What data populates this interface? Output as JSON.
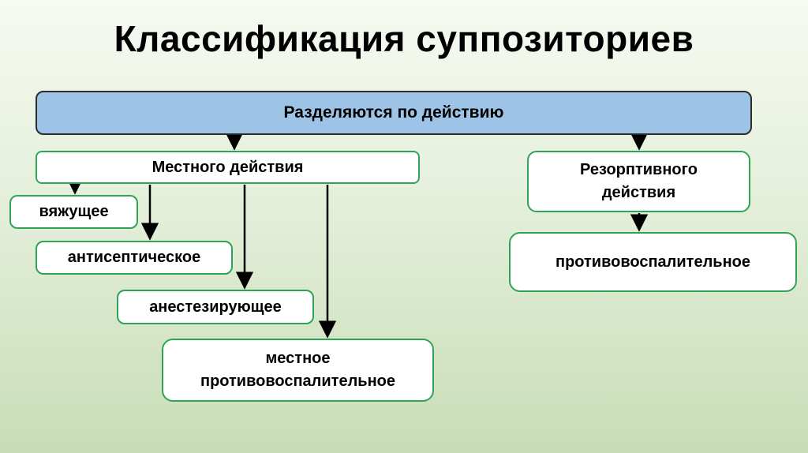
{
  "slide": {
    "title": "Классификация суппозиториев",
    "root": {
      "label": "Разделяются по действию"
    },
    "left_branch": {
      "label": "Местного действия",
      "children": [
        "вяжущее",
        "антисептическое",
        "анестезирующее",
        "местное противовоспалительное"
      ]
    },
    "right_branch": {
      "label": "Резорптивного действия",
      "children": [
        "противовоспалительное"
      ]
    },
    "colors": {
      "root_fill": "#9dc3e6",
      "root_border": "#2b2b2b",
      "box_border": "#2fa457",
      "box_fill": "#ffffff",
      "arrow": "#000000",
      "bg_top": "#f6faf2",
      "bg_bottom": "#c8ddb6"
    }
  }
}
